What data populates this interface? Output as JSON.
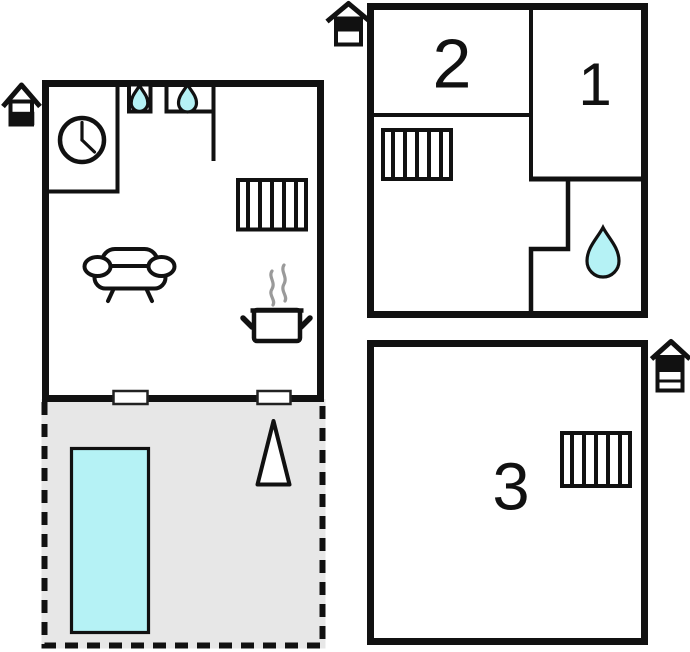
{
  "labels": {
    "room1": "1",
    "room2": "2",
    "room3": "3"
  },
  "colors": {
    "wall": "#111111",
    "water_fill": "#b5f2f5",
    "pool_fill": "#b5f2f5",
    "terrace_fill": "#e7e7e7",
    "steam": "#9a9a9a",
    "door_stroke": "#222222",
    "label": "#111111",
    "background": "#ffffff"
  },
  "icons": {
    "ground_floor_marker": "house-ground-floor-icon",
    "first_floor_marker": "house-first-floor-icon",
    "second_floor_marker": "house-second-floor-icon",
    "clock": "clock-icon",
    "sink_small": "water-drop-icon",
    "sink_wide": "water-drop-icon",
    "bathroom_drop": "water-drop-icon",
    "stairs": "stairs-icon",
    "sofa": "sofa-icon",
    "stove": "stove-pot-icon",
    "steam": "steam-icon",
    "tree": "tree-icon",
    "pool": "swimming-pool",
    "terrace": "terrace-area",
    "door": "door-opening"
  }
}
